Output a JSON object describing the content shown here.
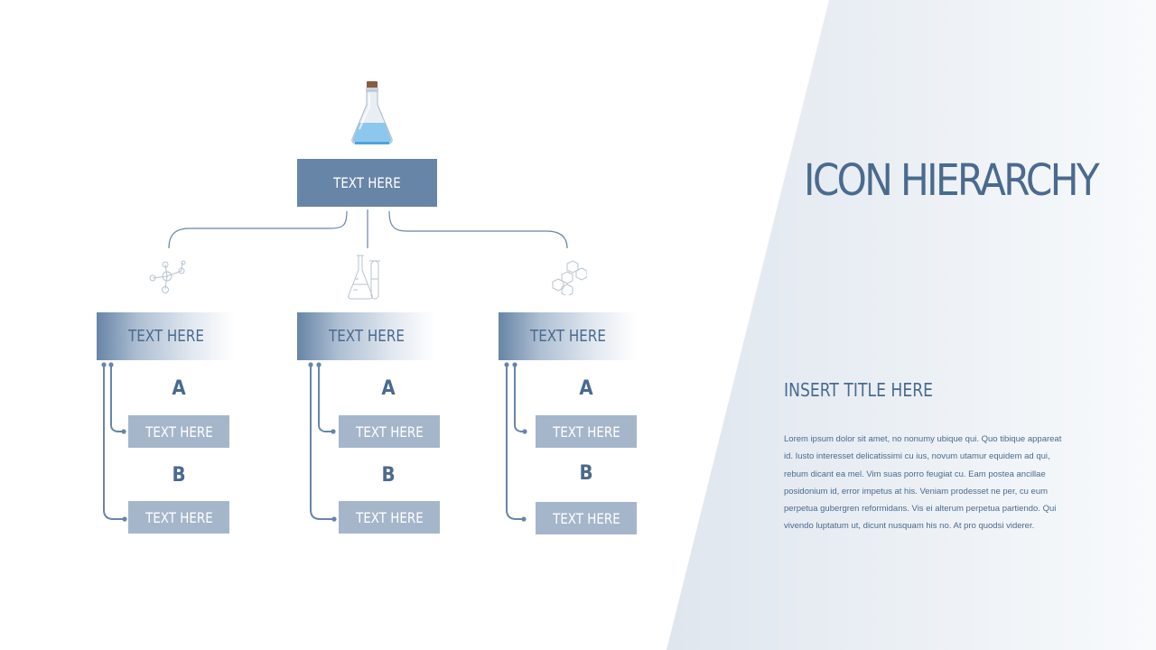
{
  "title": "ICON HIERARCHY",
  "subtitle": "INSERT TITLE HERE",
  "body": "Lorem ipsum dolor sit amet, no nonumy ubique qui. Quo tibique appareat id. Iusto interesset delicatissimi cu ius, novum utamur equidem ad qui, rebum dicant ea mel. Vim suas porro feugiat cu. Eam postea ancillae posidonium id, error impetus at his. Veniam prodesset ne per, cu eum perpetua gubergren reformidans. Vis ei alterum perpetua partiendo. Qui vivendo luptatum ut, dicunt nusquam his no. At pro quodsi viderer.",
  "root": {
    "label": "TEXT HERE",
    "icon": "flask-icon"
  },
  "branches": [
    {
      "label": "TEXT HERE",
      "icon": "molecule-icon",
      "a_letter": "A",
      "a_label": "TEXT HERE",
      "b_letter": "B",
      "b_label": "TEXT HERE"
    },
    {
      "label": "TEXT HERE",
      "icon": "lab-glassware-icon",
      "a_letter": "A",
      "a_label": "TEXT HERE",
      "b_letter": "B",
      "b_label": "TEXT HERE"
    },
    {
      "label": "TEXT HERE",
      "icon": "hexagon-structure-icon",
      "a_letter": "A",
      "a_label": "TEXT HERE",
      "b_letter": "B",
      "b_label": "TEXT HERE"
    }
  ],
  "colors": {
    "primary": "#4a6a8e",
    "box": "#6785a7",
    "leaf": "#a5b6cb",
    "panel": "#e3e9f1"
  }
}
